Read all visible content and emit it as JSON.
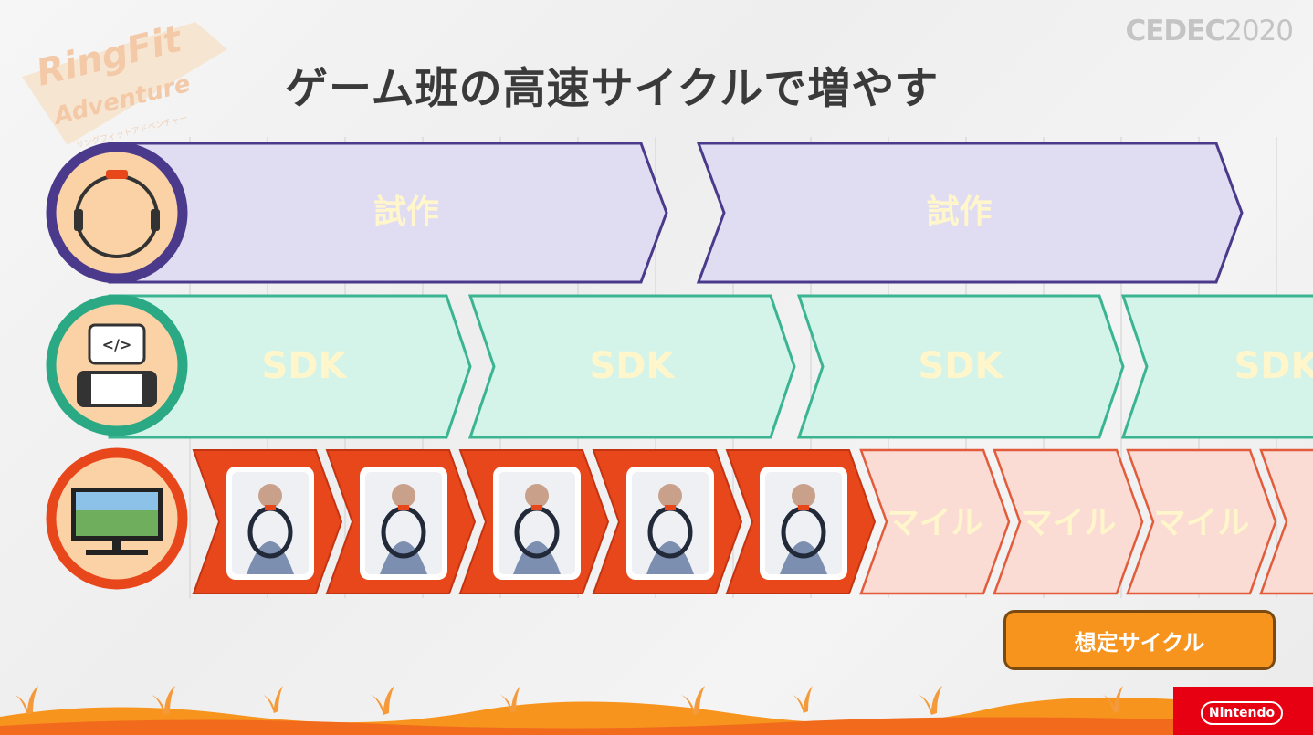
{
  "slide": {
    "title": "ゲーム班の高速サイクルで増やす",
    "event_logo": {
      "main": "CEDEC",
      "year": "2020"
    },
    "game_logo": {
      "line1": "RingFit",
      "line2": "Adventure",
      "line3": "リングフィットアドベンチャー"
    },
    "brand_logo": "Nintendo"
  },
  "lanes": [
    {
      "name": "prototype",
      "icon": "ring-con-icon",
      "ring_color": "#4b3a8c",
      "fill": "#e0ddf2",
      "stroke": "#4b3a8c",
      "stages": [
        "試作",
        "試作"
      ]
    },
    {
      "name": "sdk",
      "icon": "switch-code-icon",
      "ring_color": "#2aa984",
      "fill": "#d4f4ea",
      "stroke": "#3bb591",
      "stages": [
        "SDK",
        "SDK",
        "SDK",
        "SDK"
      ]
    },
    {
      "name": "game",
      "icon": "tv-game-icon",
      "ring_color": "#e8471c",
      "active_fill": "#e8471c",
      "planned_fill": "#fbdcd5",
      "planned_stroke": "#e25b3a",
      "active_count": 5,
      "planned_stages": [
        "マイル",
        "マイル",
        "マイル",
        "マ"
      ]
    }
  ],
  "legend_button": {
    "label": "想定サイクル",
    "color": "#f7941d"
  },
  "label_color": "#fff6cc"
}
